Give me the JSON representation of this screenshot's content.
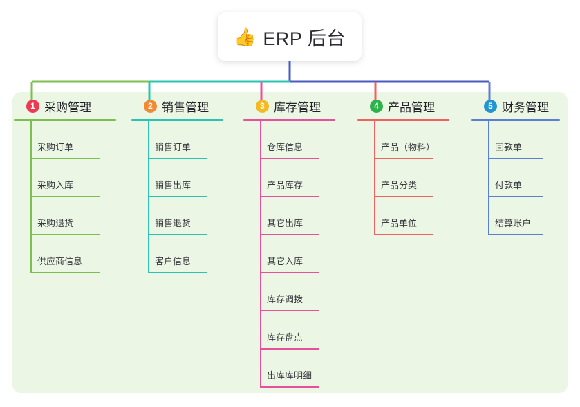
{
  "title": {
    "icon": "thumbs-up-icon",
    "emoji": "👍",
    "text": "ERP 后台"
  },
  "palette": {
    "panel_bg": "#ecf6e4",
    "page_bg": "#ffffff",
    "trunk": "#4a5bc4",
    "text": "#232329",
    "item_text": "#3a3a40"
  },
  "columns": [
    {
      "number": "1",
      "title": "采购管理",
      "badge_color": "#ec3a50",
      "line_color": "#7cbf4f",
      "items": [
        "采购订单",
        "采购入库",
        "采购退货",
        "供应商信息"
      ]
    },
    {
      "number": "2",
      "title": "销售管理",
      "badge_color": "#f08b33",
      "line_color": "#2bc4b0",
      "items": [
        "销售订单",
        "销售出库",
        "销售退货",
        "客户信息"
      ]
    },
    {
      "number": "3",
      "title": "库存管理",
      "badge_color": "#f5b921",
      "line_color": "#e8509a",
      "items": [
        "仓库信息",
        "产品库存",
        "其它出库",
        "其它入库",
        "库存调拨",
        "库存盘点",
        "出库库明细"
      ]
    },
    {
      "number": "4",
      "title": "产品管理",
      "badge_color": "#2cb34a",
      "line_color": "#f0625f",
      "items": [
        "产品（物料）",
        "产品分类",
        "产品单位"
      ]
    },
    {
      "number": "5",
      "title": "财务管理",
      "badge_color": "#2196d4",
      "line_color": "#5b7fd4",
      "items": [
        "回款单",
        "付款单",
        "结算账户"
      ]
    }
  ]
}
